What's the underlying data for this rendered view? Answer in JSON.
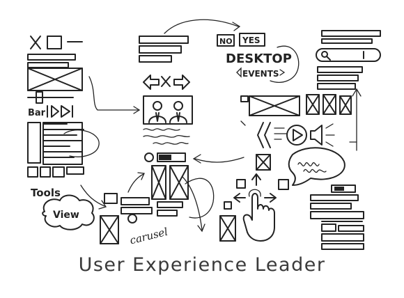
{
  "sketch_labels": {
    "no": "NO",
    "yes": "YES",
    "desktop": "DESKTOP",
    "events": "EVENTS",
    "bar": "Bar",
    "tools": "Tools",
    "view": "View",
    "carusel": "carusel"
  },
  "letters": [
    "U",
    "X"
  ],
  "caption": "User Experience Leader",
  "colors": {
    "ink": "#222222",
    "caption": "#3a3a3a",
    "background": "#ffffff"
  },
  "icons": [
    "close-icon",
    "arrow-left-icon",
    "arrow-right-icon",
    "play-icon",
    "speaker-icon",
    "search-icon",
    "hand-pointer-icon",
    "speech-bubble-icon",
    "cloud-icon"
  ]
}
